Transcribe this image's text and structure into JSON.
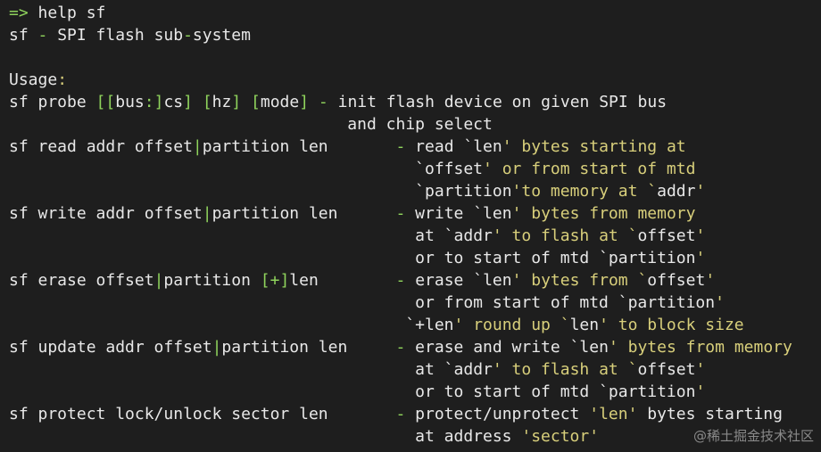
{
  "colors": {
    "background": "#1e1e1e",
    "text": "#e8e8e8",
    "green": "#8fd35c",
    "yellow": "#d8cf7b"
  },
  "watermark": "@稀土掘金技术社区",
  "lines": [
    [
      {
        "t": "=> ",
        "c": "green"
      },
      {
        "t": "help sf",
        "c": "text"
      }
    ],
    [
      {
        "t": "sf ",
        "c": "text"
      },
      {
        "t": "-",
        "c": "green"
      },
      {
        "t": " SPI flash sub",
        "c": "text"
      },
      {
        "t": "-",
        "c": "green"
      },
      {
        "t": "system",
        "c": "text"
      }
    ],
    [],
    [
      {
        "t": "Usage",
        "c": "text"
      },
      {
        "t": ":",
        "c": "yellow"
      }
    ],
    [
      {
        "t": "sf probe ",
        "c": "text"
      },
      {
        "t": "[[",
        "c": "green"
      },
      {
        "t": "bus",
        "c": "text"
      },
      {
        "t": ":]",
        "c": "green"
      },
      {
        "t": "cs",
        "c": "text"
      },
      {
        "t": "]",
        "c": "green"
      },
      {
        "t": " ",
        "c": "text"
      },
      {
        "t": "[",
        "c": "green"
      },
      {
        "t": "hz",
        "c": "text"
      },
      {
        "t": "]",
        "c": "green"
      },
      {
        "t": " ",
        "c": "text"
      },
      {
        "t": "[",
        "c": "green"
      },
      {
        "t": "mode",
        "c": "text"
      },
      {
        "t": "]",
        "c": "green"
      },
      {
        "t": " ",
        "c": "text"
      },
      {
        "t": "-",
        "c": "green"
      },
      {
        "t": " init flash device on given SPI bus",
        "c": "text"
      }
    ],
    [
      {
        "t": "                                   and chip select",
        "c": "text"
      }
    ],
    [
      {
        "t": "sf read addr offset",
        "c": "text"
      },
      {
        "t": "|",
        "c": "green"
      },
      {
        "t": "partition len       ",
        "c": "text"
      },
      {
        "t": "-",
        "c": "green"
      },
      {
        "t": " read ",
        "c": "text"
      },
      {
        "t": "`",
        "c": "text"
      },
      {
        "t": "len",
        "c": "text"
      },
      {
        "t": "' bytes starting at",
        "c": "yellow"
      }
    ],
    [
      {
        "t": "                                          ",
        "c": "text"
      },
      {
        "t": "`",
        "c": "text"
      },
      {
        "t": "offset",
        "c": "text"
      },
      {
        "t": "' or from start of mtd",
        "c": "yellow"
      }
    ],
    [
      {
        "t": "                                          ",
        "c": "text"
      },
      {
        "t": "`",
        "c": "text"
      },
      {
        "t": "partition",
        "c": "text"
      },
      {
        "t": "'to memory at `",
        "c": "yellow"
      },
      {
        "t": "addr",
        "c": "text"
      },
      {
        "t": "'",
        "c": "yellow"
      }
    ],
    [
      {
        "t": "sf write addr offset",
        "c": "text"
      },
      {
        "t": "|",
        "c": "green"
      },
      {
        "t": "partition len      ",
        "c": "text"
      },
      {
        "t": "-",
        "c": "green"
      },
      {
        "t": " write ",
        "c": "text"
      },
      {
        "t": "`",
        "c": "text"
      },
      {
        "t": "len",
        "c": "text"
      },
      {
        "t": "' bytes from memory",
        "c": "yellow"
      }
    ],
    [
      {
        "t": "                                          at ",
        "c": "text"
      },
      {
        "t": "`",
        "c": "text"
      },
      {
        "t": "addr",
        "c": "text"
      },
      {
        "t": "' to flash at `",
        "c": "yellow"
      },
      {
        "t": "offset",
        "c": "text"
      },
      {
        "t": "'",
        "c": "yellow"
      }
    ],
    [
      {
        "t": "                                          or to start of mtd ",
        "c": "text"
      },
      {
        "t": "`",
        "c": "text"
      },
      {
        "t": "partition",
        "c": "text"
      },
      {
        "t": "'",
        "c": "yellow"
      }
    ],
    [
      {
        "t": "sf erase offset",
        "c": "text"
      },
      {
        "t": "|",
        "c": "green"
      },
      {
        "t": "partition ",
        "c": "text"
      },
      {
        "t": "[+]",
        "c": "green"
      },
      {
        "t": "len        ",
        "c": "text"
      },
      {
        "t": "-",
        "c": "green"
      },
      {
        "t": " erase ",
        "c": "text"
      },
      {
        "t": "`",
        "c": "text"
      },
      {
        "t": "len",
        "c": "text"
      },
      {
        "t": "' bytes from `",
        "c": "yellow"
      },
      {
        "t": "offset",
        "c": "text"
      },
      {
        "t": "'",
        "c": "yellow"
      }
    ],
    [
      {
        "t": "                                          or from start of mtd ",
        "c": "text"
      },
      {
        "t": "`",
        "c": "text"
      },
      {
        "t": "partition",
        "c": "text"
      },
      {
        "t": "'",
        "c": "yellow"
      }
    ],
    [
      {
        "t": "                                         `",
        "c": "text"
      },
      {
        "t": "+len",
        "c": "text"
      },
      {
        "t": "' round up `",
        "c": "yellow"
      },
      {
        "t": "len",
        "c": "text"
      },
      {
        "t": "' to block size",
        "c": "yellow"
      }
    ],
    [
      {
        "t": "sf update addr offset",
        "c": "text"
      },
      {
        "t": "|",
        "c": "green"
      },
      {
        "t": "partition len     ",
        "c": "text"
      },
      {
        "t": "-",
        "c": "green"
      },
      {
        "t": " erase and write ",
        "c": "text"
      },
      {
        "t": "`",
        "c": "text"
      },
      {
        "t": "len",
        "c": "text"
      },
      {
        "t": "' bytes from memory",
        "c": "yellow"
      }
    ],
    [
      {
        "t": "                                          at ",
        "c": "text"
      },
      {
        "t": "`",
        "c": "text"
      },
      {
        "t": "addr",
        "c": "text"
      },
      {
        "t": "' to flash at `",
        "c": "yellow"
      },
      {
        "t": "offset",
        "c": "text"
      },
      {
        "t": "'",
        "c": "yellow"
      }
    ],
    [
      {
        "t": "                                          or to start of mtd ",
        "c": "text"
      },
      {
        "t": "`",
        "c": "text"
      },
      {
        "t": "partition",
        "c": "text"
      },
      {
        "t": "'",
        "c": "yellow"
      }
    ],
    [
      {
        "t": "sf protect lock/unlock sector len       ",
        "c": "text"
      },
      {
        "t": "-",
        "c": "green"
      },
      {
        "t": " protect/unprotect ",
        "c": "text"
      },
      {
        "t": "'len'",
        "c": "yellow"
      },
      {
        "t": " bytes starting",
        "c": "text"
      }
    ],
    [
      {
        "t": "                                          at address ",
        "c": "text"
      },
      {
        "t": "'sector'",
        "c": "yellow"
      }
    ]
  ]
}
